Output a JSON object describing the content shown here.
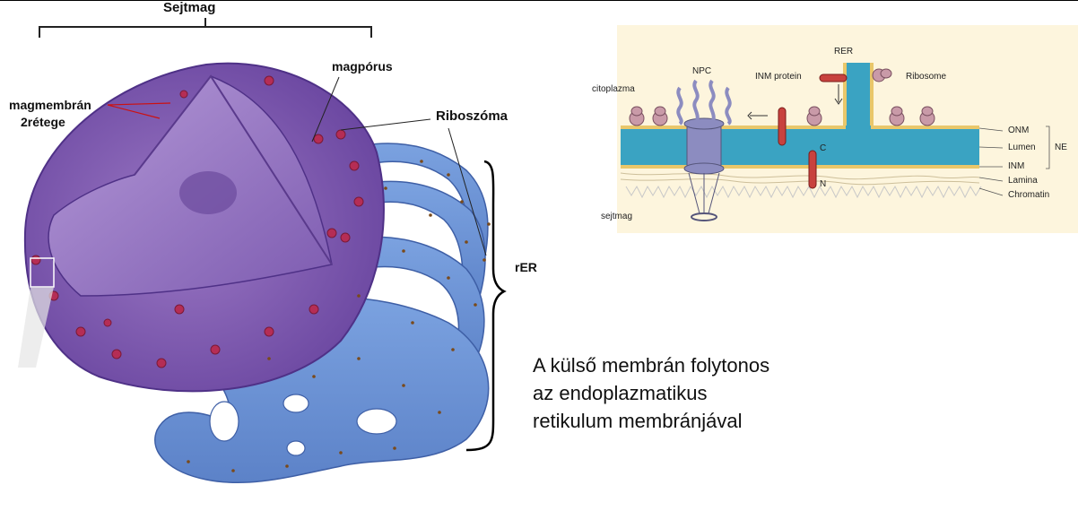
{
  "main_diagram": {
    "labels": {
      "nucleus": "Sejtmag",
      "membrane_line1": "magmembrán",
      "membrane_line2": "2rétege",
      "pore": "magpórus",
      "ribosome": "Riboszóma",
      "rer": "rER"
    },
    "caption": [
      "A külső membrán folytonos",
      "az endoplazmatikus",
      "retikulum membránjával"
    ]
  },
  "inset_diagram": {
    "labels": {
      "rer": "RER",
      "npc": "NPC",
      "inm_protein": "INM protein",
      "ribosome": "Ribosome",
      "cytoplasm": "citoplazma",
      "onm": "ONM",
      "lumen": "Lumen",
      "inm": "INM",
      "lamina": "Lamina",
      "chromatin": "Chromatin",
      "ne": "NE",
      "c_term": "C",
      "n_term": "N",
      "nucleus": "sejtmag"
    }
  },
  "colors": {
    "nucleus_purple": "#8a5fb4",
    "nucleus_dark": "#5a3a8c",
    "er_blue": "#6f95d6",
    "pore_red": "#b52d55",
    "lumen_teal": "#3aa3c2",
    "membrane_yellow": "#e9c76a",
    "ribosome_mauve": "#c99aa8",
    "label_line_red": "#cc1111"
  }
}
